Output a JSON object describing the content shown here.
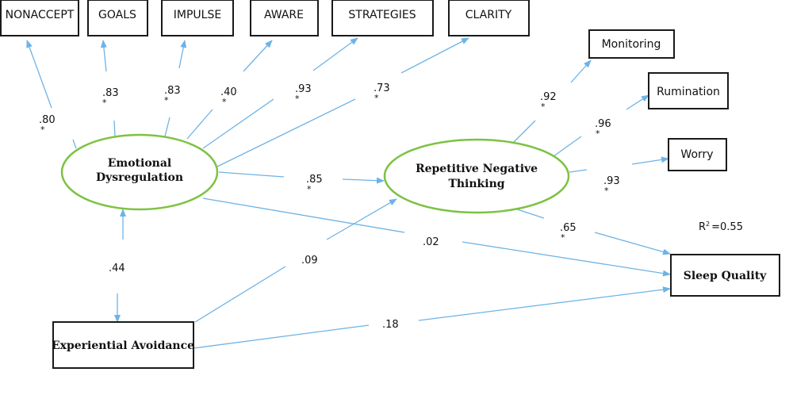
{
  "nodes": {
    "nonaccept": "NONACCEPT",
    "goals": "GOALS",
    "impulse": "IMPULSE",
    "aware": "AWARE",
    "strategies": "STRATEGIES",
    "clarity": "CLARITY",
    "monitoring": "Monitoring",
    "rumination": "Rumination",
    "worry": "Worry",
    "emotional_line1": "Emotional",
    "emotional_line2": "Dysregulation",
    "rnt_line1": "Repetitive Negative",
    "rnt_line2": "Thinking",
    "sleep": "Sleep Quality",
    "experiential": "Experiential Avoidance"
  },
  "paths": {
    "ed_nonaccept": ".80",
    "ed_goals": ".83",
    "ed_impulse": ".83",
    "ed_aware": ".40",
    "ed_strategies": ".93",
    "ed_clarity": ".73",
    "rnt_monitoring": ".92",
    "rnt_rumination": ".96",
    "rnt_worry": ".93",
    "ed_rnt": ".85",
    "ed_sleep": ".02",
    "rnt_sleep": ".65",
    "ea_ed": ".44",
    "ea_rnt": ".09",
    "ea_sleep": ".18"
  },
  "significance_marker": "*",
  "r_squared": {
    "prefix": "R",
    "superscript": "2",
    "value": "=0.55"
  },
  "colors": {
    "arrow": "#6db3e6",
    "ellipse_stroke": "#7dc242",
    "box_stroke": "#1a1a1a"
  }
}
